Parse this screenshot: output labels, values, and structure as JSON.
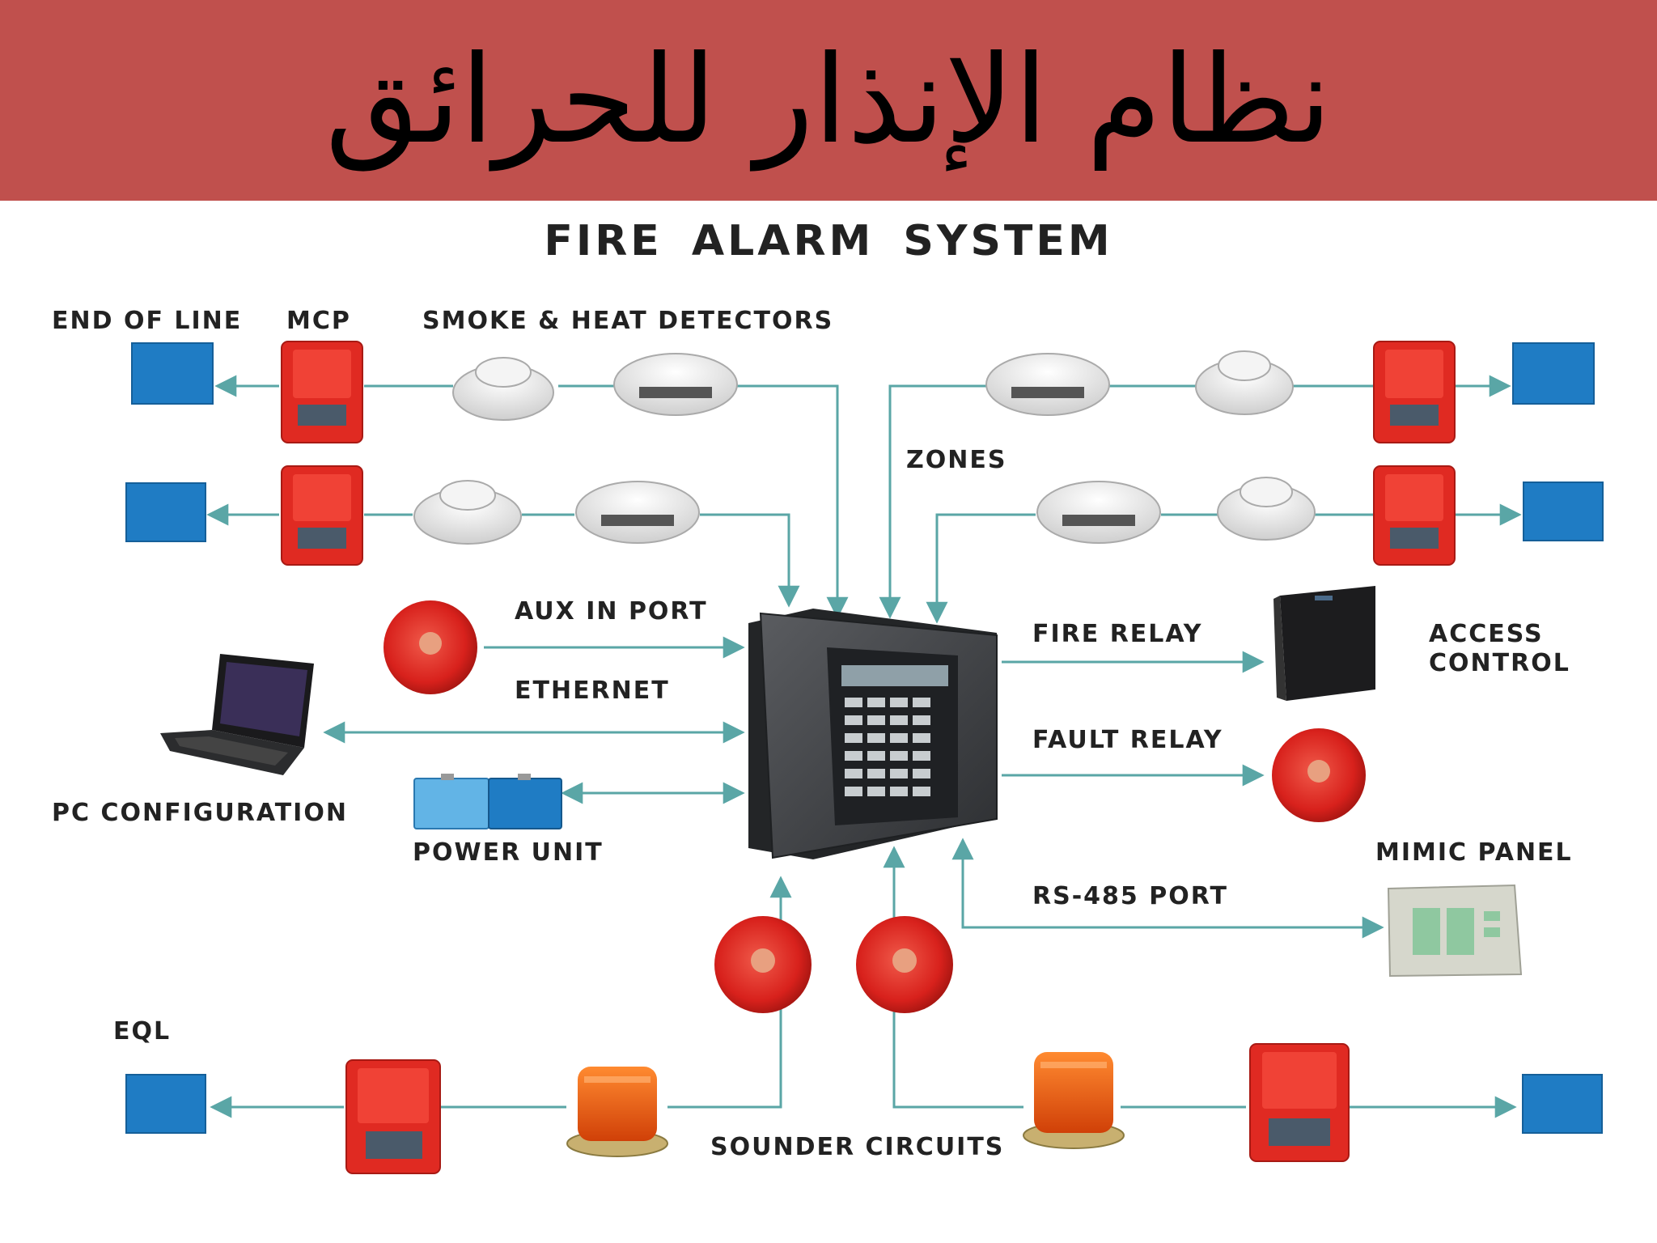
{
  "banner": {
    "title": "نظام الإنذار للحرائق",
    "color": "#c0504d"
  },
  "diagram": {
    "title": "FIRE ALARM SYSTEM",
    "labels": {
      "end_of_line": "END OF LINE",
      "mcp": "MCP",
      "smoke_heat": "SMOKE & HEAT DETECTORS",
      "zones": "ZONES",
      "aux_in_port": "AUX IN PORT",
      "ethernet": "ETHERNET",
      "pc_configuration": "PC CONFIGURATION",
      "power_unit": "POWER UNIT",
      "fire_relay": "FIRE RELAY",
      "access_control_1": "ACCESS",
      "access_control_2": "CONTROL",
      "fault_relay": "FAULT RELAY",
      "mimic_panel": "MIMIC PANEL",
      "rs485_port": "RS-485 PORT",
      "eql": "EQL",
      "sounder_circuits": "SOUNDER CIRCUITS"
    },
    "colors": {
      "line": "#5aa6a6",
      "eol_box": "#1f7cc4",
      "mcp_red": "#e02a22",
      "bell_red": "#d8211c",
      "panel": "#3d3f42",
      "beacon": "#f06010"
    }
  }
}
